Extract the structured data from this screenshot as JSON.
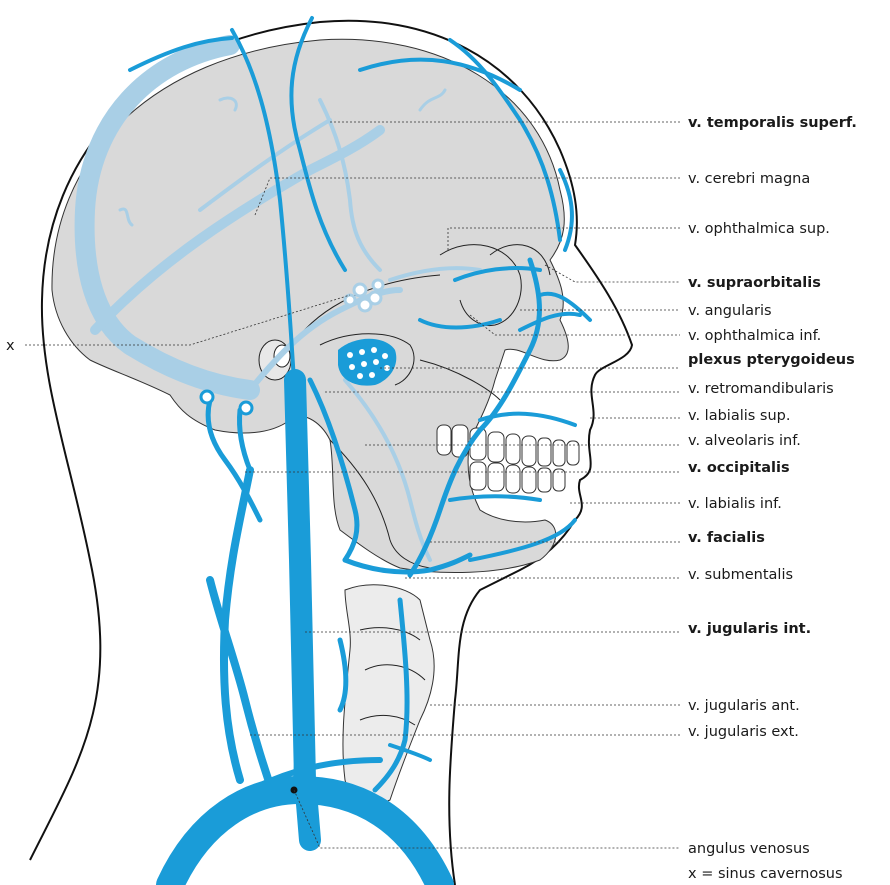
{
  "labels": [
    {
      "id": "temporalis",
      "text": "v. temporalis superf.",
      "bold": true
    },
    {
      "id": "cerebri",
      "text": "v. cerebri magna",
      "bold": false
    },
    {
      "id": "ophth-sup",
      "text": "v. ophthalmica sup.",
      "bold": false
    },
    {
      "id": "supraorb",
      "text": "v. supraorbitalis",
      "bold": true
    },
    {
      "id": "angularis",
      "text": "v. angularis",
      "bold": false
    },
    {
      "id": "ophth-inf",
      "text": "v. ophthalmica inf.",
      "bold": false
    },
    {
      "id": "plexus",
      "text": "plexus pterygoideus",
      "bold": true
    },
    {
      "id": "retromand",
      "text": "v. retromandibularis",
      "bold": false
    },
    {
      "id": "lab-sup",
      "text": "v. labialis sup.",
      "bold": false
    },
    {
      "id": "alveol",
      "text": "v. alveolaris inf.",
      "bold": false
    },
    {
      "id": "occip",
      "text": "v. occipitalis",
      "bold": true
    },
    {
      "id": "lab-inf",
      "text": "v. labialis inf.",
      "bold": false
    },
    {
      "id": "facialis",
      "text": "v. facialis",
      "bold": true
    },
    {
      "id": "submental",
      "text": "v. submentalis",
      "bold": false
    },
    {
      "id": "jug-int",
      "text": "v. jugularis int.",
      "bold": true
    },
    {
      "id": "jug-ant",
      "text": "v. jugularis ant.",
      "bold": false
    },
    {
      "id": "jug-ext",
      "text": "v. jugularis ext.",
      "bold": false
    },
    {
      "id": "angulus",
      "text": "angulus venosus",
      "bold": false
    }
  ],
  "left_marker": "x",
  "legend_note": "x = sinus cavernosus",
  "colors": {
    "vein": "#1a9cd8",
    "vein_deep": "#a9cfe6",
    "bone": "#d9d9d9"
  }
}
